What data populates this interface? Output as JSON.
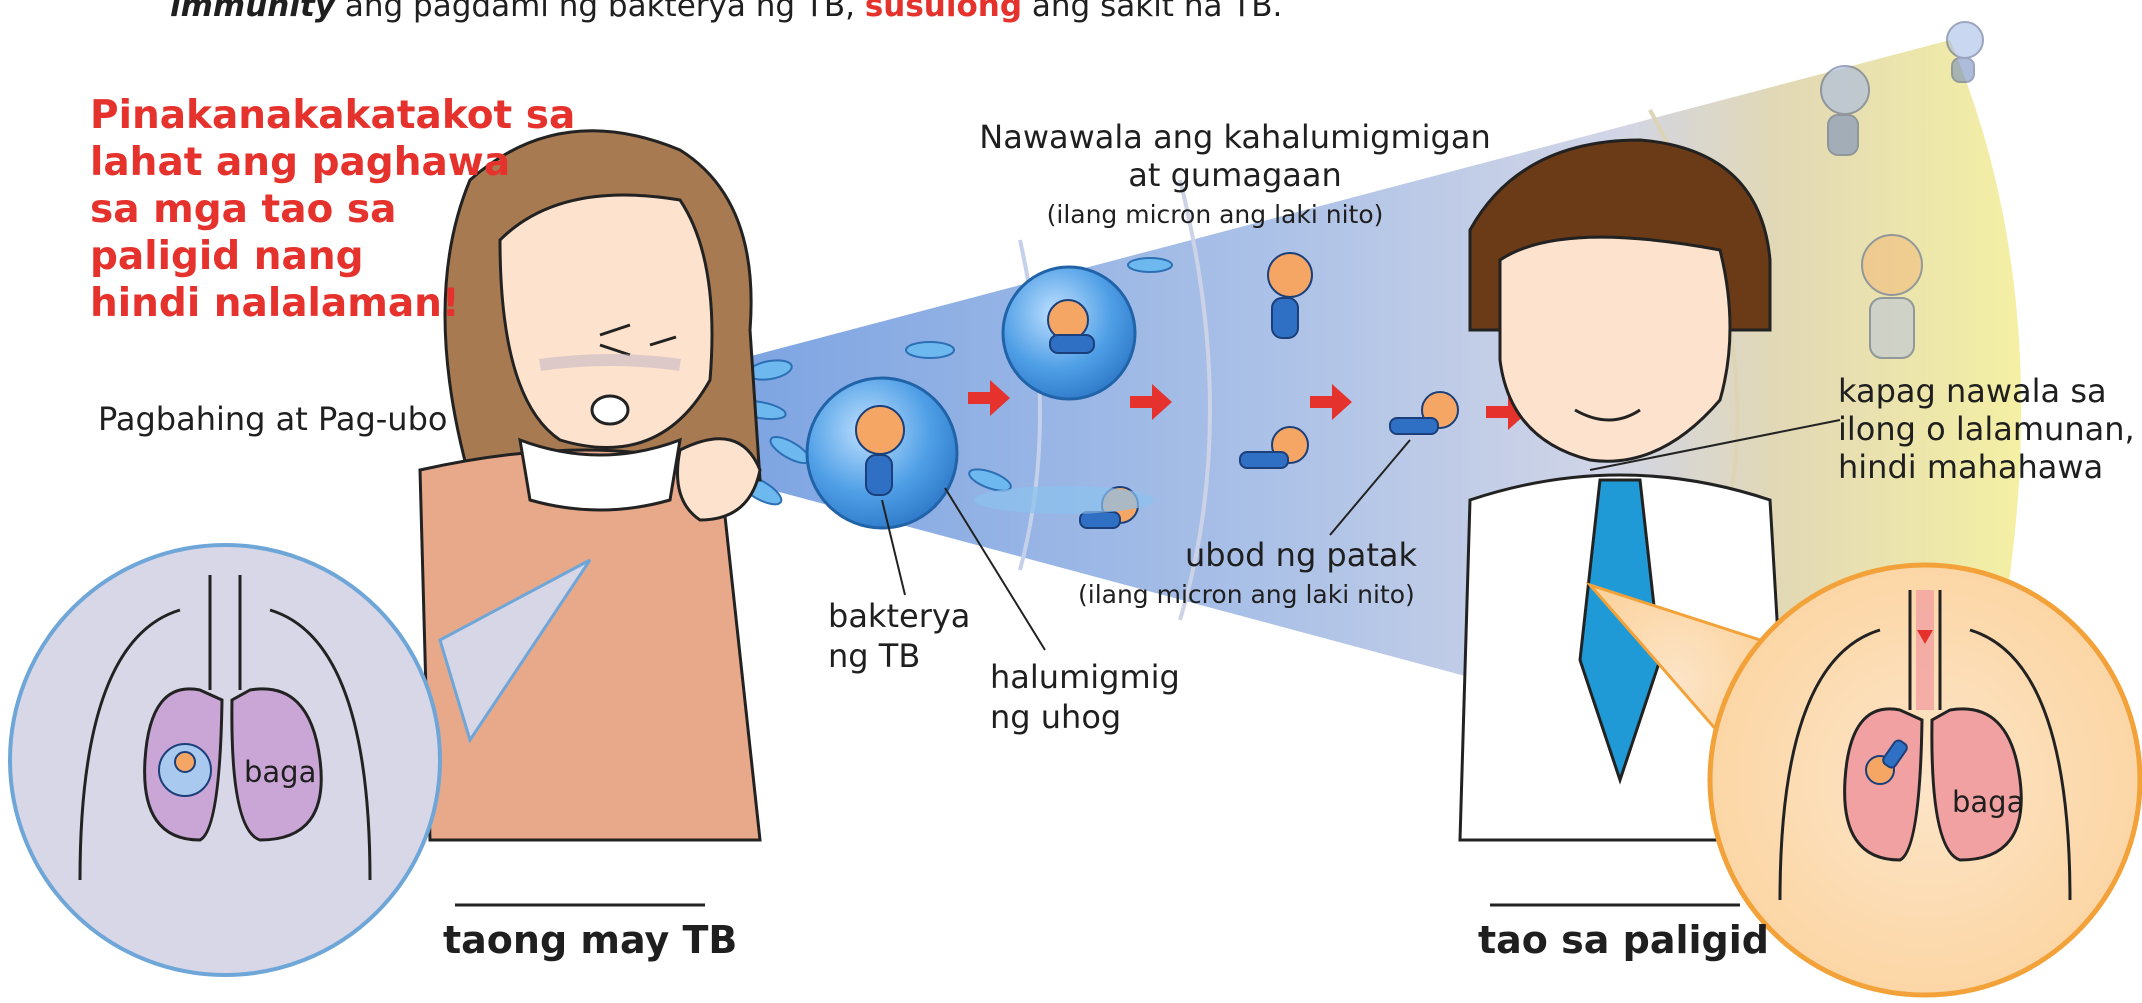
{
  "header": {
    "line_part1": "immunity",
    "line_part2": " ang pagdami ng bakterya ng TB, ",
    "line_part3": "susulong",
    "line_part4": " ang sakit na TB."
  },
  "warning": {
    "lines": [
      "Pinakanakakatakot sa",
      "lahat ang paghawa",
      "sa mga tao sa",
      "paligid nang",
      "hindi nalalaman!"
    ]
  },
  "labels": {
    "sneeze_cough": "Pagbahing at Pag-ubo",
    "humidity_loss": [
      "Nawawala ang kahalumigmigan",
      "at gumagaan"
    ],
    "humidity_size": "(ilang micron ang laki nito)",
    "droplet_nucleus": "ubod ng patak",
    "droplet_size": "(ilang micron ang laki nito)",
    "tb_bacteria": [
      "bakterya",
      "ng TB"
    ],
    "mucus": [
      "halumigmig",
      "ng uhog"
    ],
    "not_infected": [
      "kapag nawala sa",
      "ilong o lalamunan,",
      "hindi mahahawa"
    ],
    "lung_left": "baga",
    "lung_right": "baga"
  },
  "captions": {
    "patient": "taong may TB",
    "bystander": "tao sa paligid"
  },
  "colors": {
    "warning_red": "#e5322d",
    "spray_blue": "#7ea6de",
    "bubble_blue": "#3d8fe0",
    "tie_blue": "#1f9ad6",
    "inset_left_border": "#6fa6d8",
    "inset_right_border": "#f3a23a",
    "lung_purple": "#c9a6d6",
    "lung_pink": "#f1a1a1",
    "air_yellow": "#f5ef9e"
  }
}
